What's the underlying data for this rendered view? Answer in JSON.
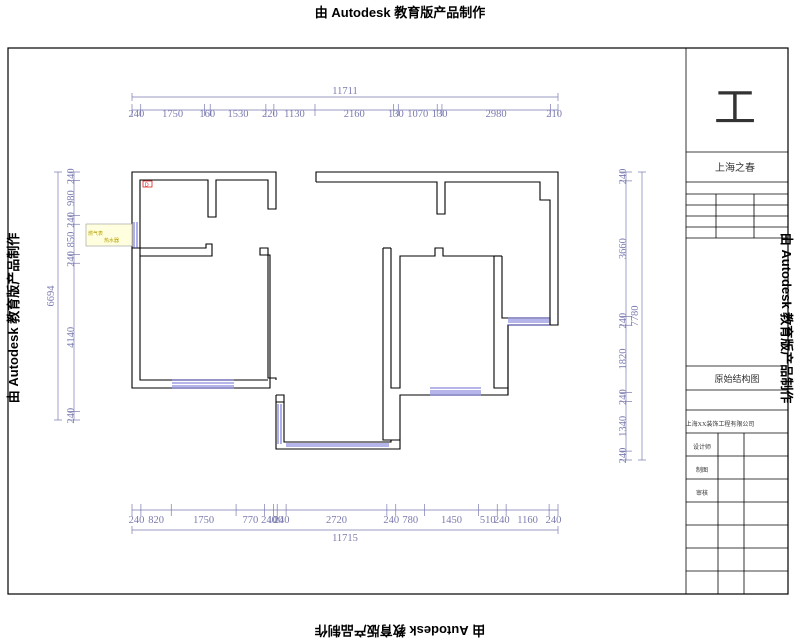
{
  "watermark": "由 Autodesk 教育版产品制作",
  "title_block": {
    "logo": "工",
    "project_name": "上海之春",
    "drawing_name": "原始结构图",
    "company": "上海XX装饰工程有限公司",
    "rows": [
      "设计师",
      "制图",
      "审核"
    ]
  },
  "dims_top": {
    "overall": "11711",
    "segments": [
      "240",
      "1750",
      "160",
      "1530",
      "220",
      "1130",
      "2160",
      "130",
      "1070",
      "130",
      "2980",
      "210"
    ]
  },
  "dims_bottom": {
    "overall": "11715",
    "segments": [
      "240",
      "820",
      "1750",
      "770",
      "240",
      "100",
      "240",
      "2720",
      "240",
      "780",
      "1450",
      "510",
      "240",
      "1160",
      "240"
    ]
  },
  "dims_left": {
    "overall": "6694",
    "segments": [
      "240",
      "980",
      "240",
      "850",
      "240",
      "4140",
      "240"
    ]
  },
  "dims_right": {
    "overall": "7780",
    "segments": [
      "240",
      "3660",
      "240",
      "1820",
      "240",
      "1340",
      "240"
    ]
  },
  "room_labels": [
    "燃气表",
    "热水器"
  ],
  "marker": "D"
}
